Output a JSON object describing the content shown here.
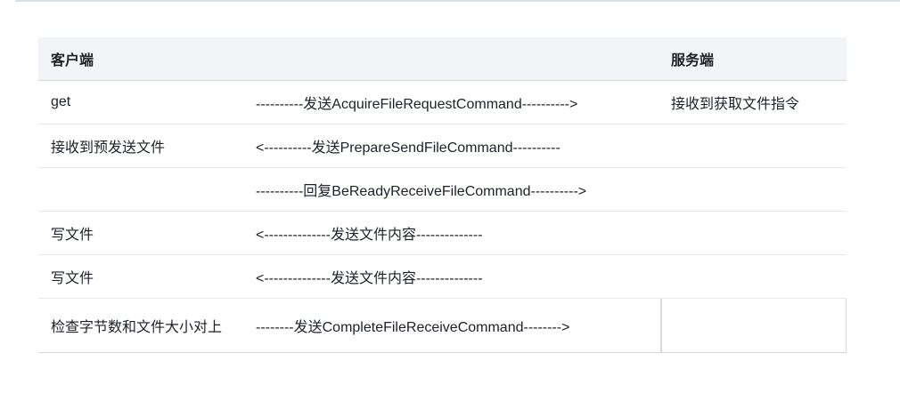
{
  "table": {
    "header": {
      "client": "客户端",
      "server": "服务端"
    },
    "rows": [
      {
        "client": "get",
        "message": "----------发送AcquireFileRequestCommand---------->",
        "server": "接收到获取文件指令"
      },
      {
        "client": "接收到预发送文件",
        "message": "<----------发送PrepareSendFileCommand----------",
        "server": ""
      },
      {
        "client": "",
        "message": "----------回复BeReadyReceiveFileCommand---------->",
        "server": ""
      },
      {
        "client": "写文件",
        "message": "<--------------发送文件内容--------------",
        "server": ""
      },
      {
        "client": "写文件",
        "message": "<--------------发送文件内容--------------",
        "server": ""
      },
      {
        "client": "检查字节数和文件大小对上",
        "message": "--------发送CompleteFileReceiveCommand-------->",
        "server": ""
      }
    ],
    "colors": {
      "header_background": "#f3f4f8",
      "header_border": "#d8d8d8",
      "row_border": "#e8e8e9",
      "last_row_cell_border": "#d9d9d9",
      "top_accent_line": "#d9dfe7",
      "text": "#1d2127"
    }
  }
}
